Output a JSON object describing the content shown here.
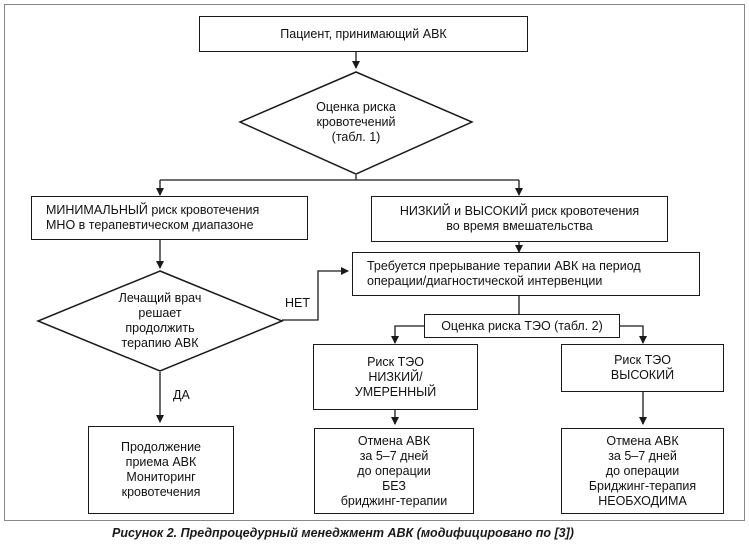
{
  "nodes": {
    "patient": "Пациент, принимающий АВК",
    "bleeding_risk": [
      "Оценка риска",
      "кровотечений",
      "(табл. 1)"
    ],
    "minimal": [
      "МИНИМАЛЬНЫЙ риск кровотечения",
      "МНО в терапевтическом диапазоне"
    ],
    "low_high": [
      "НИЗКИЙ и ВЫСОКИЙ риск кровотечения",
      "во время вмешательства"
    ],
    "decision": [
      "Лечащий врач",
      "решает",
      "продолжить",
      "терапию АВК"
    ],
    "interruption": [
      "Требуется прерывание терапии АВК на период",
      "операции/диагностической интервенции"
    ],
    "tee_risk": "Оценка риска ТЭО (табл. 2)",
    "tee_low": [
      "Риск ТЭО",
      "НИЗКИЙ/",
      "УМЕРЕННЫЙ"
    ],
    "tee_high": [
      "Риск ТЭО",
      "ВЫСОКИЙ"
    ],
    "continue": [
      "Продолжение",
      "приема АВК",
      "Мониторинг",
      "кровотечения"
    ],
    "stop_no_bridge": [
      "Отмена АВК",
      "за 5–7 дней",
      "до операции",
      "БЕЗ",
      "бриджинг-терапии"
    ],
    "stop_bridge": [
      "Отмена АВК",
      "за 5–7 дней",
      "до операции",
      "Бриджинг-терапия",
      "НЕОБХОДИМА"
    ]
  },
  "labels": {
    "yes": "ДА",
    "no": "НЕТ"
  },
  "caption": "Рисунок 2. Предпроцедурный менеджмент АВК (модифицировано по [3])"
}
